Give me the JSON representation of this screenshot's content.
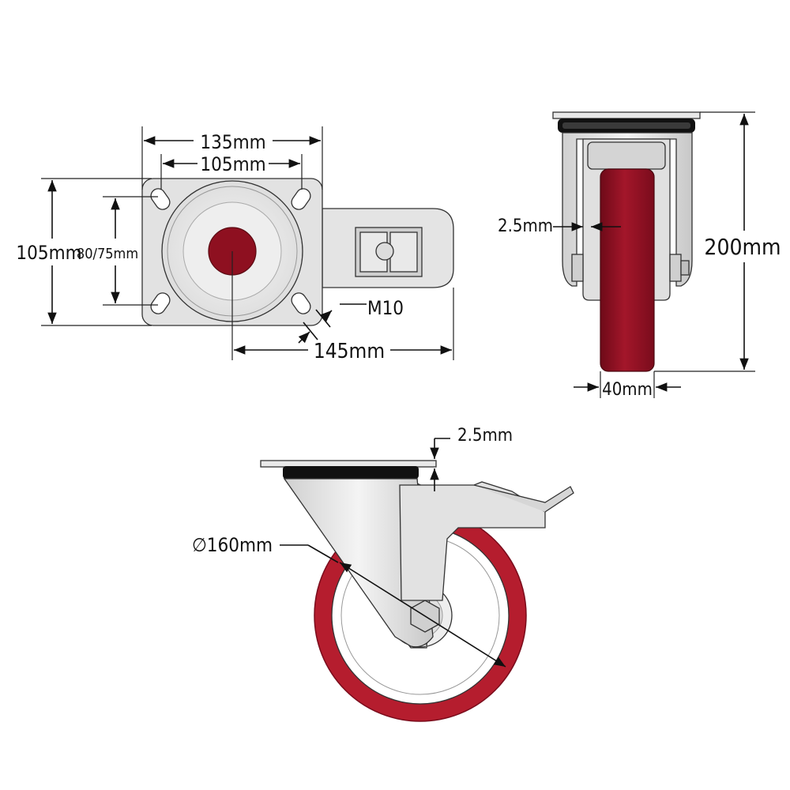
{
  "top_view": {
    "width_plate": "135mm",
    "width_holes": "105mm",
    "height_plate": "105mm",
    "height_holes": "80/75mm",
    "bolt": "M10",
    "overall_length": "145mm"
  },
  "front_view": {
    "offset": "2.5mm",
    "height": "200mm",
    "wheel_width": "40mm"
  },
  "side_view": {
    "plate_thickness": "2.5mm",
    "diameter": "∅160mm"
  },
  "colors": {
    "metal": "#e6e6e6",
    "metal_dark": "#bdbdbd",
    "wheel_red": "#8e1020",
    "tread_red": "#b51d2e",
    "black_ring": "#111111"
  }
}
